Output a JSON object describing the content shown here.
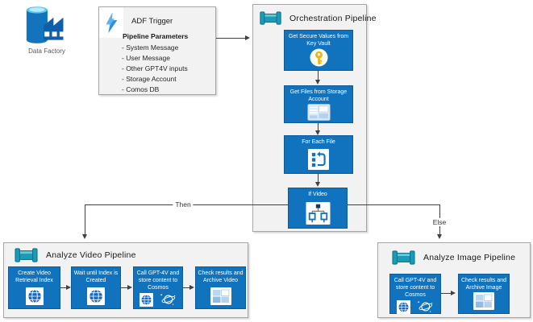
{
  "data_factory": {
    "label": "Data Factory",
    "icon": "data-factory-icon"
  },
  "adf_trigger": {
    "title": "ADF Trigger",
    "icon": "lightning-trigger-icon",
    "params_heading": "Pipeline Parameters",
    "params": [
      "- System Message",
      "- User Message",
      "- Other GPT4V inputs",
      "- Storage Account",
      "- Comos DB"
    ]
  },
  "orchestration": {
    "title": "Orchestration Pipeline",
    "icon": "pipeline-icon",
    "steps": [
      {
        "label": "Get Secure Values from Key Vault",
        "icon": "key-vault-icon"
      },
      {
        "label": "Get Files from Storage Account",
        "icon": "storage-account-icon"
      },
      {
        "label": "For Each File",
        "icon": "foreach-icon"
      },
      {
        "label": "If Video",
        "icon": "if-condition-icon"
      }
    ]
  },
  "branches": {
    "then_label": "Then",
    "else_label": "Else"
  },
  "video_pipeline": {
    "title": "Analyze Video Pipeline",
    "icon": "pipeline-icon",
    "steps": [
      {
        "label": "Create Video Retrieval Index",
        "icons": [
          "web-activity-icon"
        ]
      },
      {
        "label": "Wait until Index is Created",
        "icons": [
          "web-activity-icon"
        ]
      },
      {
        "label": "Call GPT-4V and store content to Cosmos",
        "icons": [
          "web-activity-icon",
          "cosmosdb-icon"
        ]
      },
      {
        "label": "Check results and Archive Video",
        "icons": [
          "archive-table-icon"
        ]
      }
    ]
  },
  "image_pipeline": {
    "title": "Analyze Image Pipeline",
    "icon": "pipeline-icon",
    "steps": [
      {
        "label": "Call GPT-4V and store content to Cosmos",
        "icons": [
          "web-activity-icon",
          "cosmosdb-icon"
        ]
      },
      {
        "label": "Check results and Archive Image",
        "icons": [
          "archive-table-icon"
        ]
      }
    ]
  },
  "colors": {
    "activity_blue": "#1173bd",
    "activity_border": "#0d5a96",
    "container_gray": "#f2f2f2",
    "container_border": "#a6a6a6",
    "pipeline_teal": "#1a9cb8",
    "factory_blue": "#1174bc",
    "bolt_blue": "#2b8fe3",
    "key_gold": "#f2b200",
    "connector_gray": "#404040"
  }
}
